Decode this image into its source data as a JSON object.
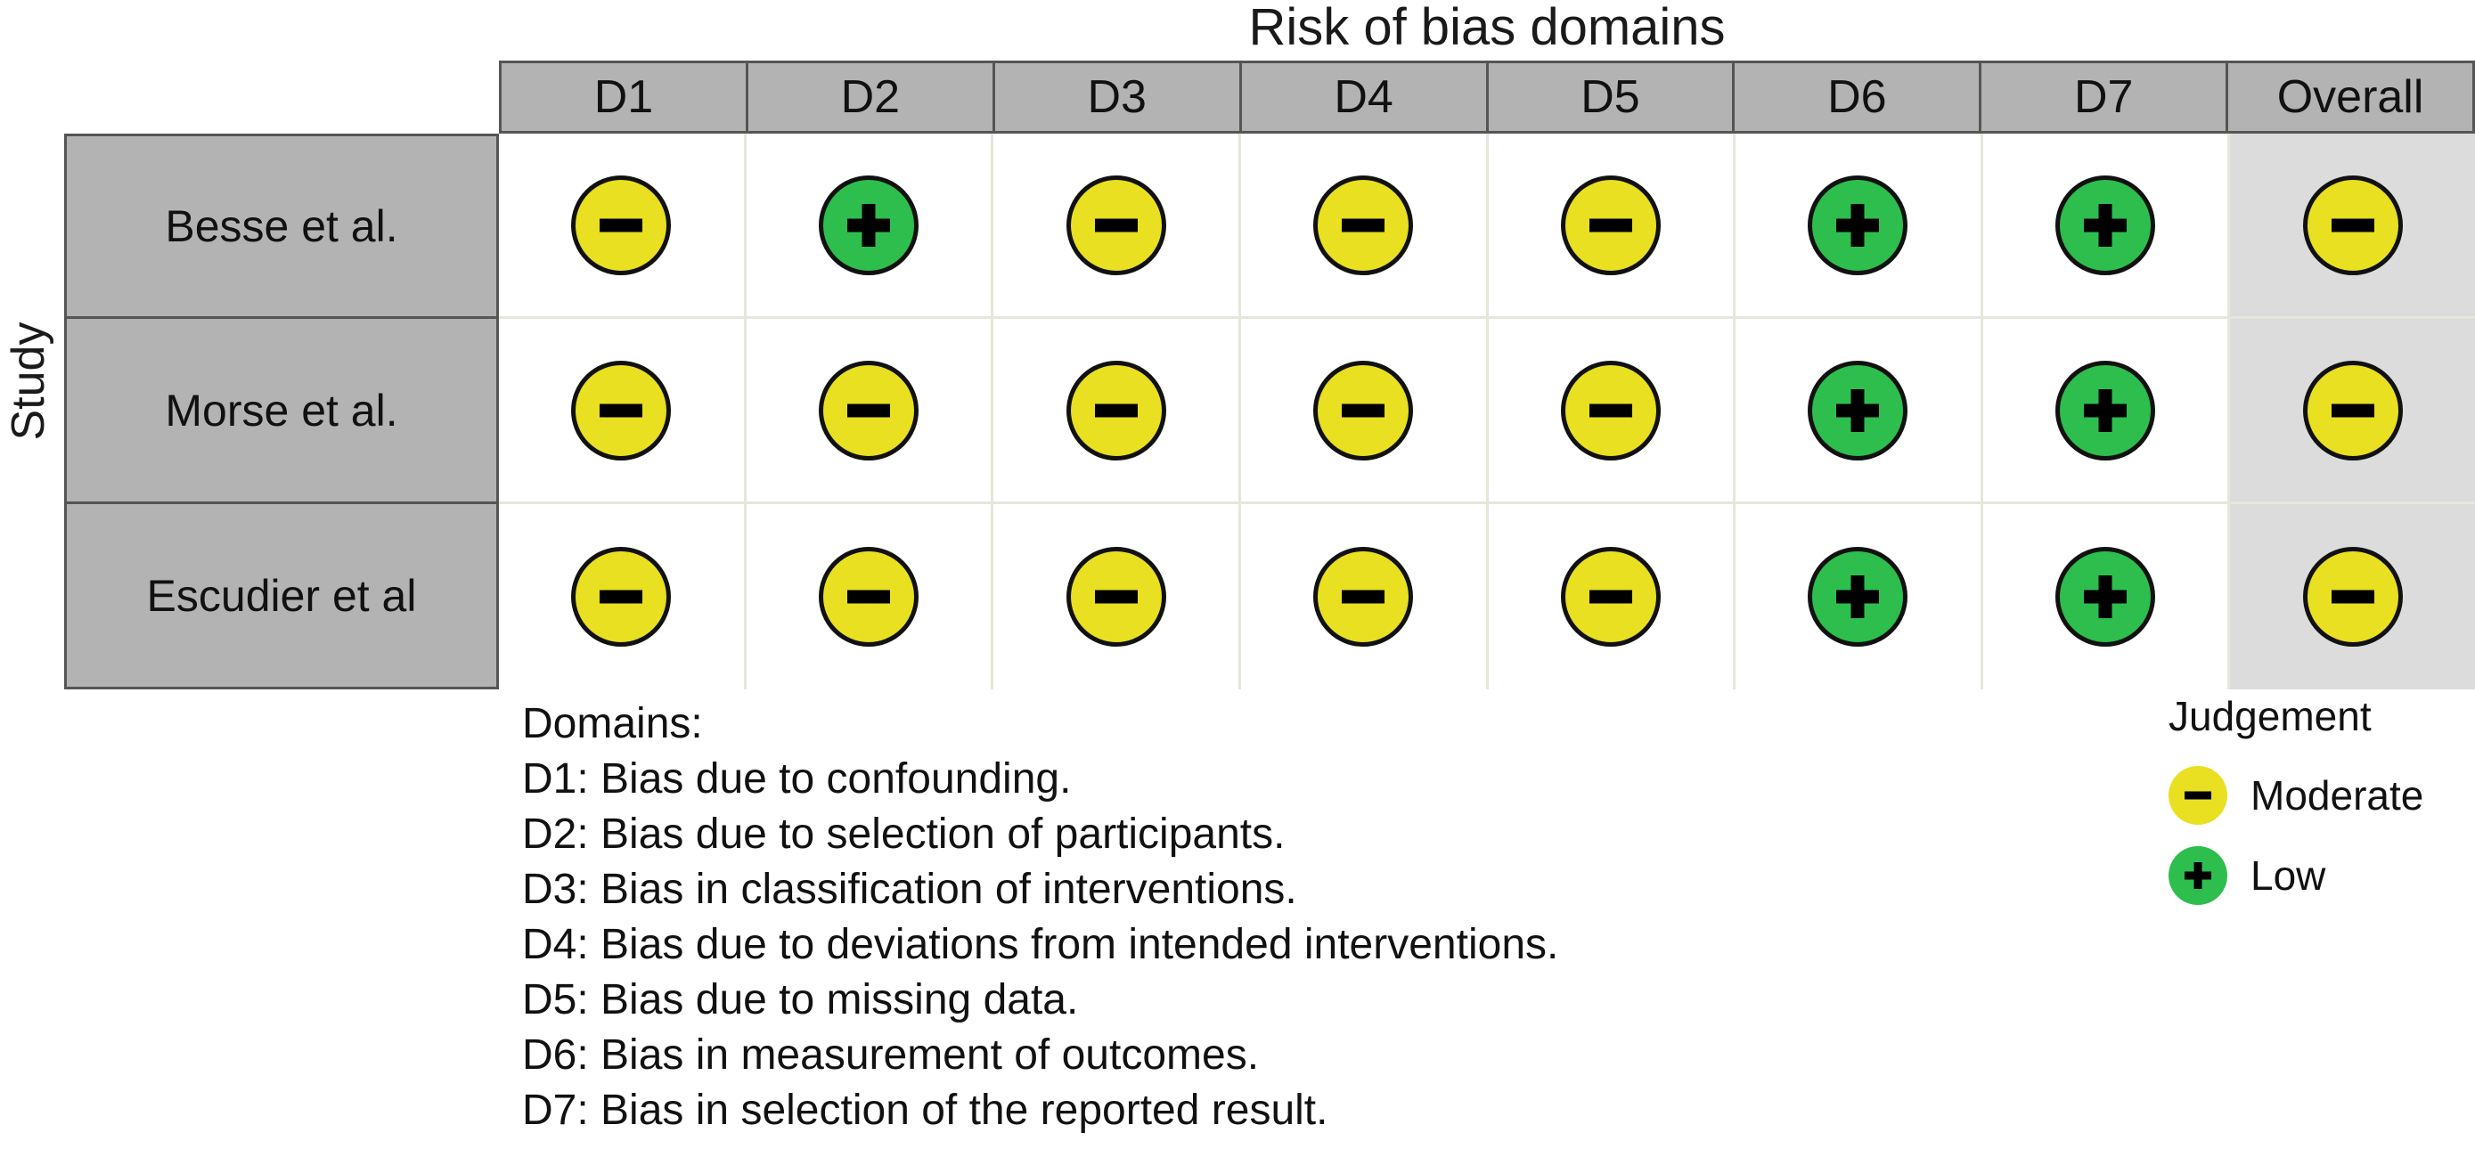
{
  "title": "Risk of bias domains",
  "axis": {
    "y_label": "Study"
  },
  "colors": {
    "moderate": "#E8E020",
    "low": "#2DBE4E",
    "header_gray": "#B3B3B3",
    "overall_cell_gray": "#DCDCDC",
    "grid_line": "#E6E6DC",
    "border_dark": "#555555"
  },
  "table": {
    "column_headers": [
      "D1",
      "D2",
      "D3",
      "D4",
      "D5",
      "D6",
      "D7",
      "Overall"
    ],
    "rows": [
      {
        "study": "Besse et al.",
        "judgements": [
          "moderate",
          "low",
          "moderate",
          "moderate",
          "moderate",
          "low",
          "low",
          "moderate"
        ]
      },
      {
        "study": "Morse et al.",
        "judgements": [
          "moderate",
          "moderate",
          "moderate",
          "moderate",
          "moderate",
          "low",
          "low",
          "moderate"
        ]
      },
      {
        "study": "Escudier et al",
        "judgements": [
          "moderate",
          "moderate",
          "moderate",
          "moderate",
          "moderate",
          "low",
          "low",
          "moderate"
        ]
      }
    ]
  },
  "domains_legend": {
    "heading": "Domains:",
    "items": [
      "D1: Bias due to confounding.",
      "D2: Bias due to selection of participants.",
      "D3: Bias in classification of interventions.",
      "D4: Bias due to deviations from intended interventions.",
      "D5: Bias due to missing data.",
      "D6: Bias in measurement of outcomes.",
      "D7: Bias in selection of the reported result."
    ]
  },
  "judgement_legend": {
    "heading": "Judgement",
    "items": [
      {
        "symbol": "-",
        "level": "moderate",
        "label": "Moderate"
      },
      {
        "symbol": "+",
        "level": "low",
        "label": "Low"
      }
    ]
  },
  "chart_data": {
    "type": "heatmap",
    "title": "Risk of bias domains",
    "xlabel": "Risk of bias domains",
    "ylabel": "Study",
    "categories": [
      "D1",
      "D2",
      "D3",
      "D4",
      "D5",
      "D6",
      "D7",
      "Overall"
    ],
    "rows": [
      "Besse et al.",
      "Morse et al.",
      "Escudier et al"
    ],
    "values": [
      [
        "Moderate",
        "Low",
        "Moderate",
        "Moderate",
        "Moderate",
        "Low",
        "Low",
        "Moderate"
      ],
      [
        "Moderate",
        "Moderate",
        "Moderate",
        "Moderate",
        "Moderate",
        "Low",
        "Low",
        "Moderate"
      ],
      [
        "Moderate",
        "Moderate",
        "Moderate",
        "Moderate",
        "Moderate",
        "Low",
        "Low",
        "Moderate"
      ]
    ],
    "legend": [
      {
        "label": "Moderate",
        "symbol": "-",
        "color": "#E8E020"
      },
      {
        "label": "Low",
        "symbol": "+",
        "color": "#2DBE4E"
      }
    ],
    "legend_position": "right",
    "grid": true,
    "domain_descriptions": [
      "D1: Bias due to confounding.",
      "D2: Bias due to selection of participants.",
      "D3: Bias in classification of interventions.",
      "D4: Bias due to deviations from intended interventions.",
      "D5: Bias due to missing data.",
      "D6: Bias in measurement of outcomes.",
      "D7: Bias in selection of the reported result."
    ]
  }
}
